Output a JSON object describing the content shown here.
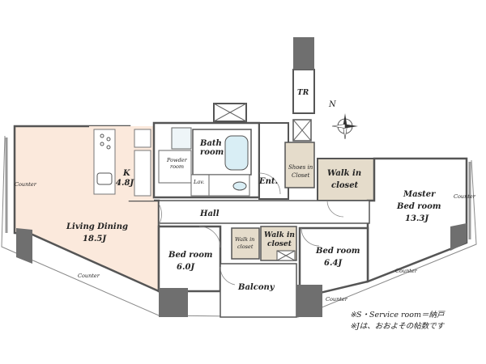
{
  "rooms": {
    "living_dining": {
      "name": "Living Dining",
      "size": "18.5J"
    },
    "kitchen": {
      "name": "K",
      "size": "4.8J"
    },
    "bath": {
      "name": "Bath",
      "name2": "room"
    },
    "powder": {
      "name": "Powder",
      "name2": "room"
    },
    "lav": {
      "name": "Lav."
    },
    "entrance": {
      "name": "Ent."
    },
    "hall": {
      "name": "Hall"
    },
    "tr": {
      "name": "TR"
    },
    "shoes": {
      "name": "Shoes in",
      "name2": "Closet"
    },
    "walkin_master": {
      "name": "Walk in",
      "name2": "closet"
    },
    "master": {
      "name": "Master",
      "name2": "Bed room",
      "size": "13.3J"
    },
    "bed1": {
      "name": "Bed room",
      "size": "6.0J"
    },
    "walkin_small": {
      "name": "Walk in",
      "name2": "closet"
    },
    "walkin_mid": {
      "name": "Walk in",
      "name2": "closet"
    },
    "bed2": {
      "name": "Bed room",
      "size": "6.4J"
    },
    "balcony": {
      "name": "Balcony"
    }
  },
  "counters": [
    "Counter",
    "Counter",
    "Counter",
    "Counter",
    "Counter"
  ],
  "compass": "N",
  "notes": {
    "line1": "※S・Service room＝納戸",
    "line2": "※Jは、おおよその帖数です"
  },
  "colors": {
    "living_floor": "#fbe9dc",
    "closet_floor": "#e5dccb",
    "wall": "#5a5a5a",
    "pillar": "#6f6f6f"
  }
}
